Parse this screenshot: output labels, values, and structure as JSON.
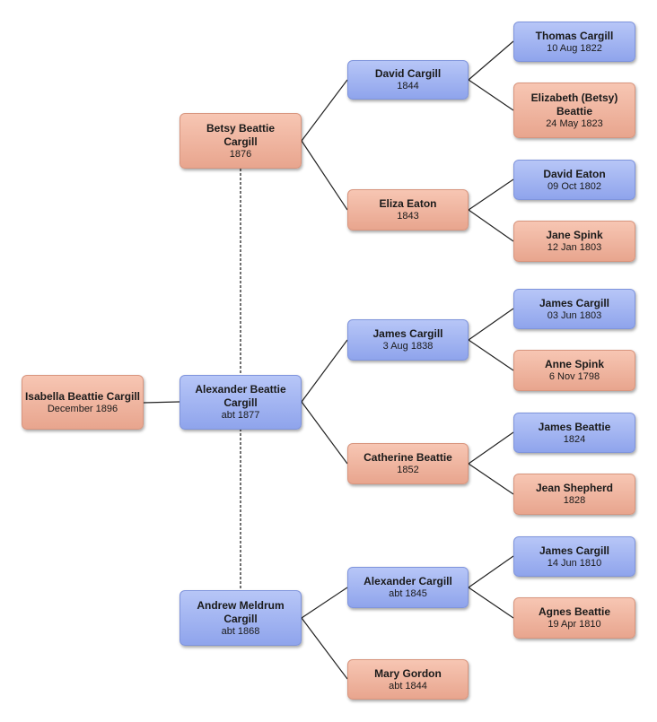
{
  "people": {
    "isabella": {
      "name": "Isabella Beattie Cargill",
      "date": "December 1896"
    },
    "betsy": {
      "name": "Betsy Beattie Cargill",
      "date": "1876"
    },
    "alexander_bc": {
      "name": "Alexander Beattie Cargill",
      "date": "abt 1877"
    },
    "andrew": {
      "name": "Andrew Meldrum Cargill",
      "date": "abt 1868"
    },
    "david_cargill": {
      "name": "David Cargill",
      "date": "1844"
    },
    "eliza_eaton": {
      "name": "Eliza Eaton",
      "date": "1843"
    },
    "james_cargill_1838": {
      "name": "James Cargill",
      "date": "3 Aug 1838"
    },
    "catherine_beattie": {
      "name": "Catherine Beattie",
      "date": "1852"
    },
    "alexander_cargill": {
      "name": "Alexander Cargill",
      "date": "abt 1845"
    },
    "mary_gordon": {
      "name": "Mary Gordon",
      "date": "abt 1844"
    },
    "thomas_cargill": {
      "name": "Thomas Cargill",
      "date": "10 Aug 1822"
    },
    "elizabeth_betsy": {
      "name": "Elizabeth (Betsy) Beattie",
      "date": "24 May 1823"
    },
    "david_eaton": {
      "name": "David Eaton",
      "date": "09 Oct 1802"
    },
    "jane_spink": {
      "name": "Jane Spink",
      "date": "12 Jan 1803"
    },
    "james_cargill_1803": {
      "name": "James Cargill",
      "date": "03 Jun 1803"
    },
    "anne_spink": {
      "name": "Anne Spink",
      "date": "6 Nov 1798"
    },
    "james_beattie": {
      "name": "James Beattie",
      "date": "1824"
    },
    "jean_shepherd": {
      "name": "Jean Shepherd",
      "date": "1828"
    },
    "james_cargill_1810": {
      "name": "James Cargill",
      "date": "14 Jun 1810"
    },
    "agnes_beattie": {
      "name": "Agnes Beattie",
      "date": "19 Apr 1810"
    }
  }
}
